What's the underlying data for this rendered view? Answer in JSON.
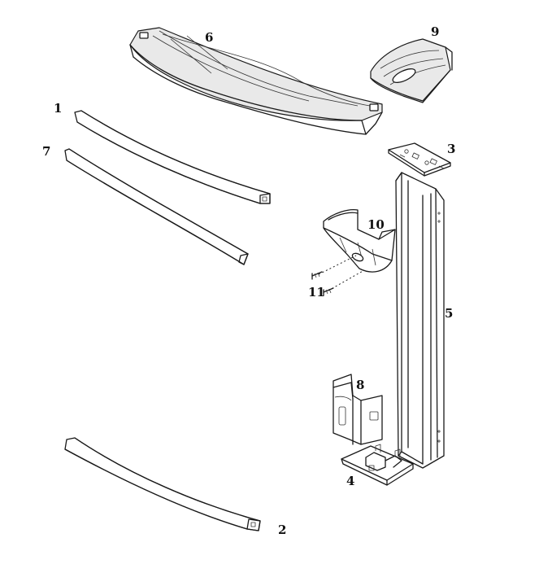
{
  "diagram": {
    "labels": {
      "p1": "1",
      "p2": "2",
      "p3": "3",
      "p4": "4",
      "p5": "5",
      "p6": "6",
      "p7": "7",
      "p8": "8",
      "p9": "9",
      "p10": "10",
      "p11": "11"
    }
  }
}
